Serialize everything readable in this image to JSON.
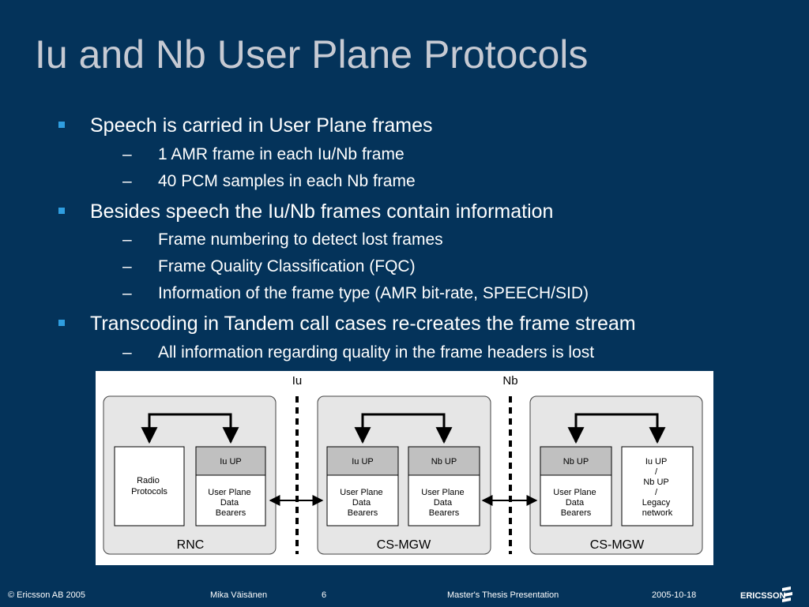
{
  "slide": {
    "title": "Iu and Nb User Plane Protocols",
    "bullets": [
      {
        "text": "Speech is carried in User Plane frames",
        "subs": [
          "1 AMR frame in each Iu/Nb frame",
          "40 PCM samples in each Nb frame"
        ]
      },
      {
        "text": "Besides speech the Iu/Nb frames contain information",
        "subs": [
          "Frame numbering to detect lost frames",
          "Frame Quality Classification (FQC)",
          "Information of the frame type (AMR bit-rate, SPEECH/SID)"
        ]
      },
      {
        "text": "Transcoding in Tandem call cases re-creates the frame stream",
        "subs": [
          "All information regarding quality in the frame headers is lost"
        ]
      }
    ],
    "dash": "–"
  },
  "diagram": {
    "interfaces": [
      "Iu",
      "Nb"
    ],
    "nodes": [
      {
        "name": "RNC",
        "left_box": [
          "Radio",
          "Protocols"
        ],
        "right_header": "Iu UP",
        "right_body": [
          "User Plane",
          "Data",
          "Bearers"
        ]
      },
      {
        "name": "CS-MGW",
        "left_header": "Iu UP",
        "left_body": [
          "User Plane",
          "Data",
          "Bearers"
        ],
        "right_header": "Nb UP",
        "right_body": [
          "User Plane",
          "Data",
          "Bearers"
        ]
      },
      {
        "name": "CS-MGW",
        "left_header": "Nb UP",
        "left_body": [
          "User Plane",
          "Data",
          "Bearers"
        ],
        "right_box": [
          "Iu UP",
          "/",
          "Nb UP",
          "/",
          "Legacy",
          "network"
        ]
      }
    ],
    "colors": {
      "panel": "#e6e6e6",
      "header": "#c0c0c0",
      "box": "#ffffff",
      "stroke": "#000000"
    }
  },
  "footer": {
    "copyright": "© Ericsson AB 2005",
    "author": "Mika Väisänen",
    "page": "6",
    "presentation": "Master's Thesis Presentation",
    "date": "2005-10-18",
    "logo": "ERICSSON"
  }
}
